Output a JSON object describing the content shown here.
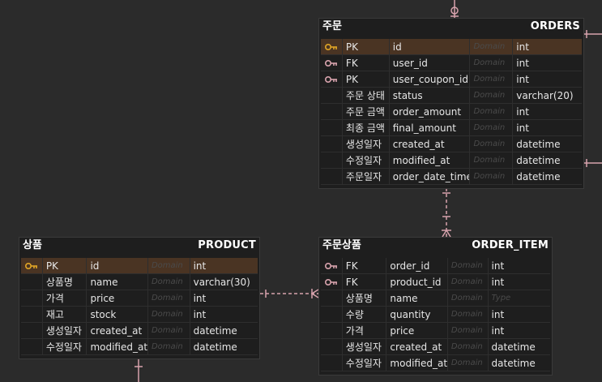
{
  "colors": {
    "background": "#2b2b2b",
    "table_bg": "#1e1e1e",
    "pk_row_bg": "#4a3423",
    "primary_key_icon": "#e0a526",
    "foreign_key_icon": "#d8a3ad",
    "relation_line": "#d8a3ad",
    "placeholder_text": "#4a4a4a"
  },
  "tables": {
    "orders": {
      "label": "주문",
      "code": "ORDERS",
      "domain_placeholder": "Domain",
      "rows": [
        {
          "key": "PK",
          "name": "id",
          "type": "int",
          "icon": "primary-key-icon"
        },
        {
          "key": "FK",
          "name": "user_id",
          "type": "int",
          "icon": "foreign-key-icon"
        },
        {
          "key": "PK",
          "name": "user_coupon_id",
          "type": "int",
          "icon": "foreign-key-icon"
        },
        {
          "key": "주문 상태",
          "name": "status",
          "type": "varchar(20)",
          "icon": ""
        },
        {
          "key": "주문 금액",
          "name": "order_amount",
          "type": "int",
          "icon": ""
        },
        {
          "key": "최종 금액",
          "name": "final_amount",
          "type": "int",
          "icon": ""
        },
        {
          "key": "생성일자",
          "name": "created_at",
          "type": "datetime",
          "icon": ""
        },
        {
          "key": "수정일자",
          "name": "modified_at",
          "type": "datetime",
          "icon": ""
        },
        {
          "key": "주문일자",
          "name": "order_date_time",
          "type": "datetime",
          "icon": ""
        }
      ]
    },
    "product": {
      "label": "상품",
      "code": "PRODUCT",
      "domain_placeholder": "Domain",
      "rows": [
        {
          "key": "PK",
          "name": "id",
          "type": "int",
          "icon": "primary-key-icon"
        },
        {
          "key": "상품명",
          "name": "name",
          "type": "varchar(30)",
          "icon": ""
        },
        {
          "key": "가격",
          "name": "price",
          "type": "int",
          "icon": ""
        },
        {
          "key": "재고",
          "name": "stock",
          "type": "int",
          "icon": ""
        },
        {
          "key": "생성일자",
          "name": "created_at",
          "type": "datetime",
          "icon": ""
        },
        {
          "key": "수정일자",
          "name": "modified_at",
          "type": "datetime",
          "icon": ""
        }
      ]
    },
    "order_item": {
      "label": "주문상품",
      "code": "ORDER_ITEM",
      "domain_placeholder": "Domain",
      "type_placeholder": "Type",
      "rows": [
        {
          "key": "FK",
          "name": "order_id",
          "type": "int",
          "icon": "foreign-key-icon"
        },
        {
          "key": "FK",
          "name": "product_id",
          "type": "int",
          "icon": "foreign-key-icon"
        },
        {
          "key": "상품명",
          "name": "name",
          "type": "",
          "icon": ""
        },
        {
          "key": "수량",
          "name": "quantity",
          "type": "int",
          "icon": ""
        },
        {
          "key": "가격",
          "name": "price",
          "type": "int",
          "icon": ""
        },
        {
          "key": "생성일자",
          "name": "created_at",
          "type": "datetime",
          "icon": ""
        },
        {
          "key": "수정일자",
          "name": "modified_at",
          "type": "datetime",
          "icon": ""
        }
      ]
    }
  }
}
